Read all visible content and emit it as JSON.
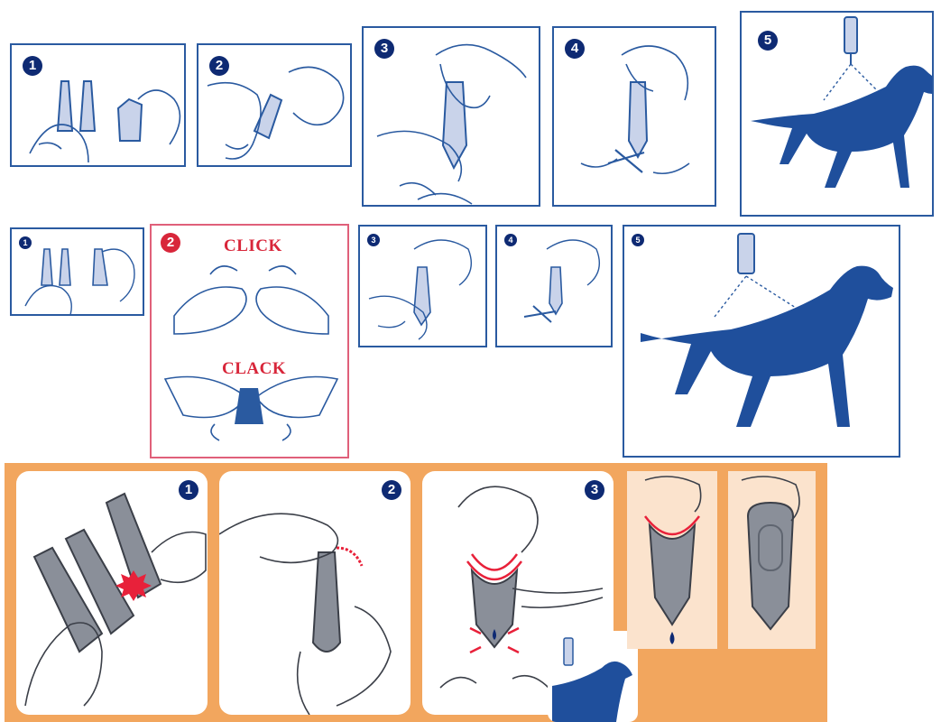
{
  "row1": {
    "steps": [
      "1",
      "2",
      "3",
      "4",
      "5"
    ]
  },
  "row2": {
    "steps": [
      "1",
      "2",
      "3",
      "4",
      "5"
    ],
    "click_label": "CLICK",
    "clack_label": "CLACK"
  },
  "row3": {
    "steps": [
      "1",
      "2",
      "3"
    ]
  },
  "colors": {
    "frame_blue": "#2a5aa0",
    "dog_blue": "#1f4f9c",
    "badge_navy": "#0e2a73",
    "accent_red": "#d8263a",
    "orange_bg": "#f2a65e",
    "pipette_grey": "#8a8f99"
  },
  "icons": [
    "hand-icon",
    "pipette-icon",
    "dog-silhouette-icon",
    "burst-icon",
    "curved-arrow-icon",
    "drop-icon"
  ]
}
